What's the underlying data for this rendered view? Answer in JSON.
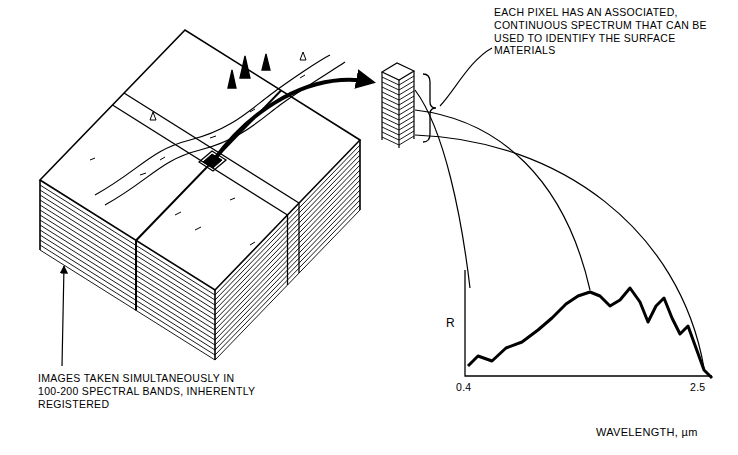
{
  "diagram": {
    "labels": [
      "EACH PIXEL HAS AN ASSOCIATED, CONTINUOUS SPECTRUM THAT CAN BE USED TO IDENTIFY THE SURFACE MATERIALS",
      "IMAGES TAKEN SIMULTANEOUSLY IN 100-200 SPECTRAL BANDS, INHERENTLY REGISTERED",
      "R",
      "0.4",
      "2.5",
      "WAVELENGTH, µm"
    ]
  }
}
